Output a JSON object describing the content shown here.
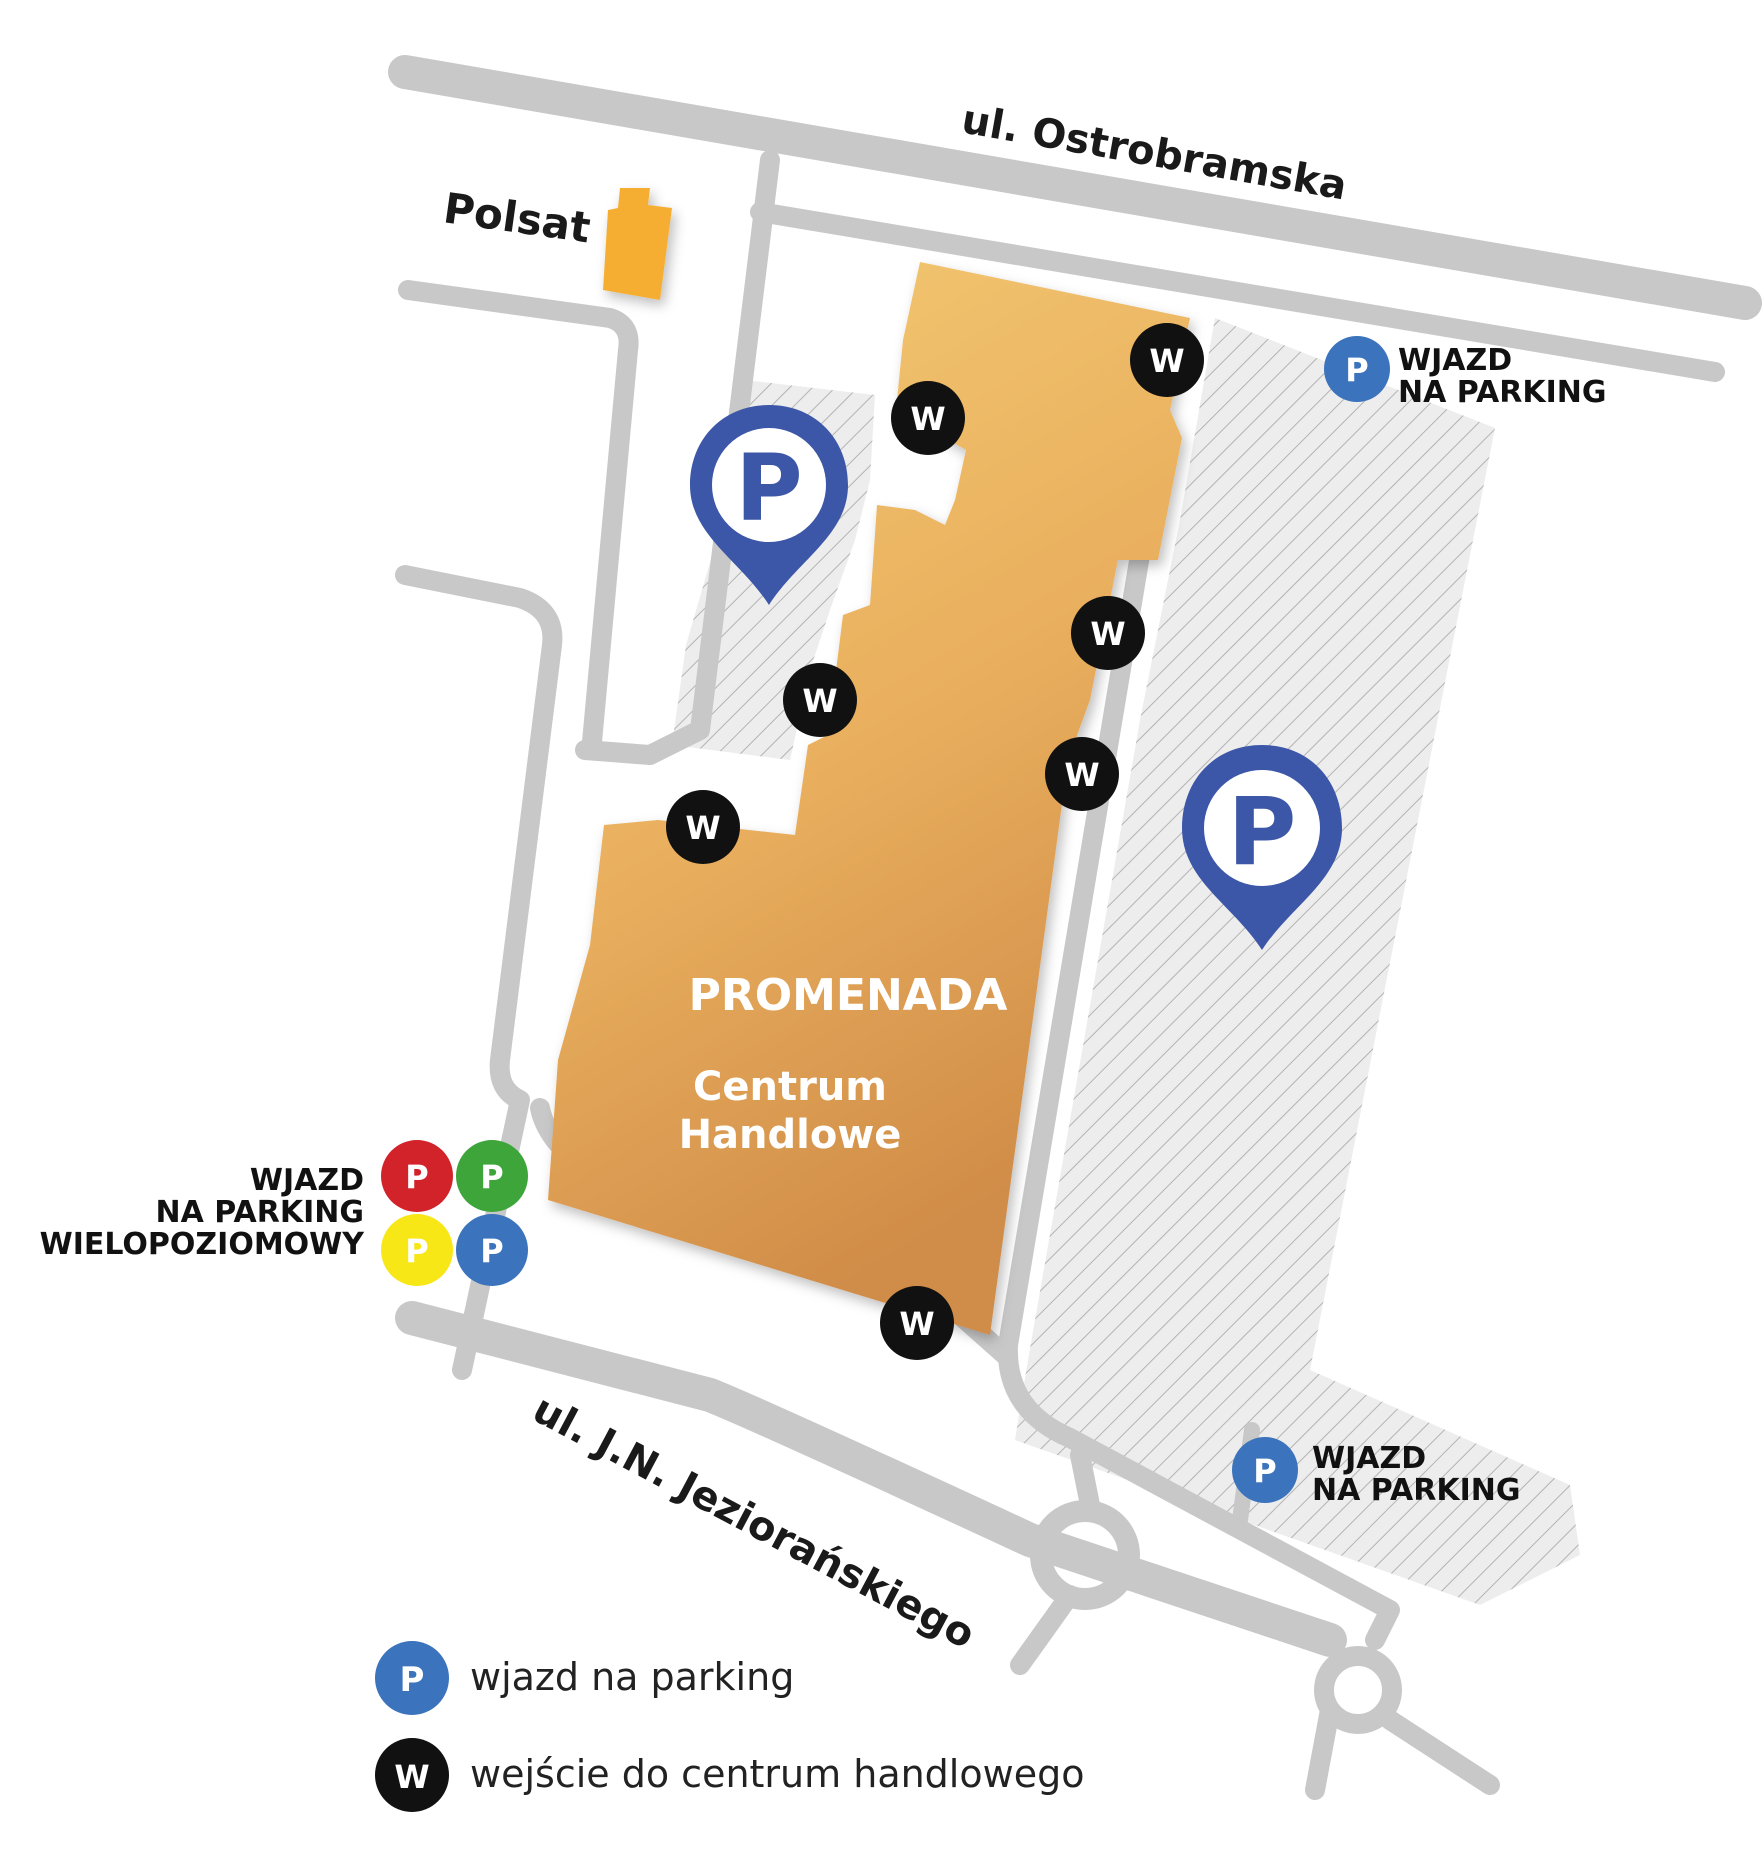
{
  "streets": {
    "north": "ul. Ostrobramska",
    "south": "ul. J.N. Jeziorańskiego"
  },
  "landmark": {
    "label": "Polsat",
    "color": "#F5AE31"
  },
  "mall": {
    "name": "PROMENADA",
    "subtitle_line1": "Centrum",
    "subtitle_line2": "Handlowe",
    "color_light": "#F2C46A",
    "color_dark": "#D2914A"
  },
  "entrance_marker": {
    "letter": "W",
    "color": "#111111"
  },
  "parking_marker": {
    "letter": "P",
    "color": "#3B74BD"
  },
  "parking_entries": {
    "north_east": {
      "line1": "WJAZD",
      "line2": "NA PARKING"
    },
    "south_east": {
      "line1": "WJAZD",
      "line2": "NA PARKING"
    },
    "multilevel": {
      "line1": "WJAZD",
      "line2": "NA PARKING",
      "line3": "WIELOPOZIOMOWY"
    }
  },
  "multilevel_colors": [
    "#D2232A",
    "#3DA53A",
    "#F7E717",
    "#3B74BD"
  ],
  "pin_color": "#3D57A8",
  "road_color": "#C8C8C8",
  "legend": {
    "parking_label": "wjazd na parking",
    "entrance_label": "wejście do centrum handlowego"
  }
}
